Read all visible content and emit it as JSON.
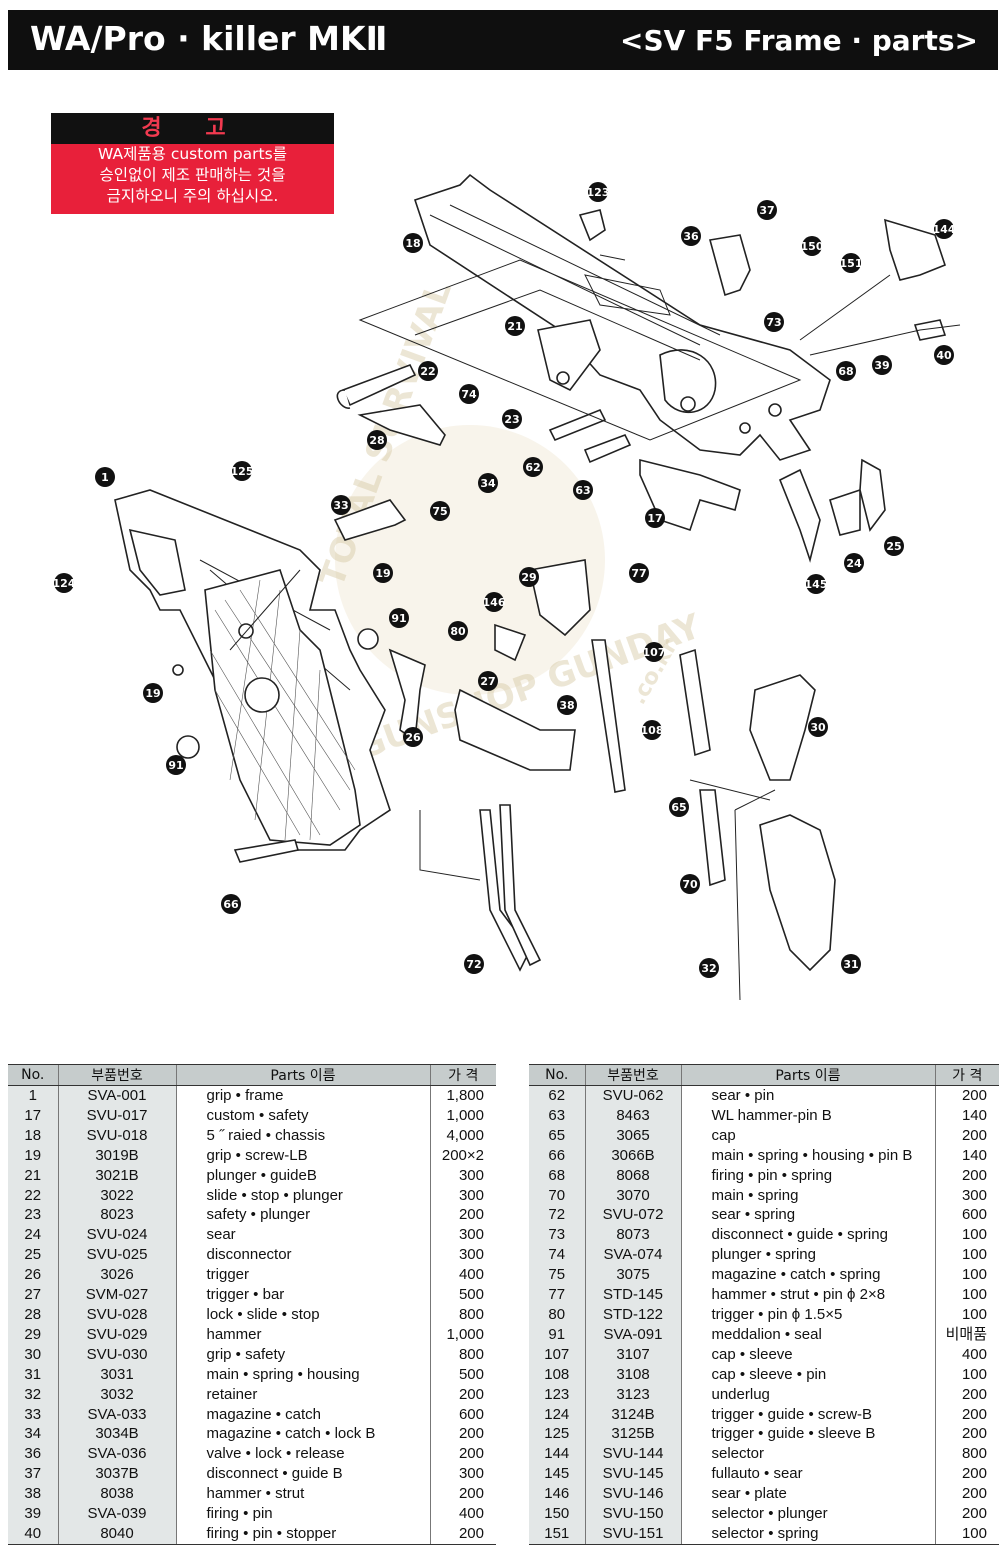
{
  "header": {
    "title": "WA/Pro · killer MKⅡ",
    "subtitle": "<SV F5 Frame · parts>"
  },
  "warning": {
    "title": "경 고",
    "lines": [
      "WA제품용 custom parts를",
      "승인없이 제조 판매하는 것을",
      "금지하오니 주의 하십시오."
    ]
  },
  "watermark": {
    "text1": "TOTAL SURVIVAL",
    "text2": "GUNSHOP GUNDAY",
    "text3": ".co.kr"
  },
  "callouts": [
    "123",
    "37",
    "36",
    "18",
    "150",
    "151",
    "144",
    "21",
    "73",
    "22",
    "74",
    "68",
    "39",
    "40",
    "23",
    "28",
    "62",
    "125",
    "1",
    "34",
    "63",
    "33",
    "75",
    "17",
    "124",
    "19",
    "145",
    "24",
    "25",
    "29",
    "77",
    "146",
    "91",
    "80",
    "107",
    "27",
    "19",
    "38",
    "26",
    "108",
    "91",
    "30",
    "65",
    "70",
    "66",
    "72",
    "32",
    "31"
  ],
  "table_headers": {
    "no": "No.",
    "code": "부품번호",
    "name": "Parts 이름",
    "price": "가 격"
  },
  "table_left": [
    {
      "no": "1",
      "code": "SVA-001",
      "name": "grip • frame",
      "price": "1,800"
    },
    {
      "no": "17",
      "code": "SVU-017",
      "name": "custom • safety",
      "price": "1,000"
    },
    {
      "no": "18",
      "code": "SVU-018",
      "name": "5 ˝ raied • chassis",
      "price": "4,000"
    },
    {
      "no": "19",
      "code": "3019B",
      "name": "grip • screw-LB",
      "price": "200×2"
    },
    {
      "no": "21",
      "code": "3021B",
      "name": "plunger • guideB",
      "price": "300"
    },
    {
      "no": "22",
      "code": "3022",
      "name": "slide • stop • plunger",
      "price": "300"
    },
    {
      "no": "23",
      "code": "8023",
      "name": "safety • plunger",
      "price": "200"
    },
    {
      "no": "24",
      "code": "SVU-024",
      "name": "sear",
      "price": "300"
    },
    {
      "no": "25",
      "code": "SVU-025",
      "name": "disconnector",
      "price": "300"
    },
    {
      "no": "26",
      "code": "3026",
      "name": "trigger",
      "price": "400"
    },
    {
      "no": "27",
      "code": "SVM-027",
      "name": "trigger • bar",
      "price": "500"
    },
    {
      "no": "28",
      "code": "SVU-028",
      "name": "lock • slide • stop",
      "price": "800"
    },
    {
      "no": "29",
      "code": "SVU-029",
      "name": "hammer",
      "price": "1,000"
    },
    {
      "no": "30",
      "code": "SVU-030",
      "name": "grip • safety",
      "price": "800"
    },
    {
      "no": "31",
      "code": "3031",
      "name": "main • spring • housing",
      "price": "500"
    },
    {
      "no": "32",
      "code": "3032",
      "name": "retainer",
      "price": "200"
    },
    {
      "no": "33",
      "code": "SVA-033",
      "name": "magazine • catch",
      "price": "600"
    },
    {
      "no": "34",
      "code": "3034B",
      "name": "magazine • catch • lock B",
      "price": "200"
    },
    {
      "no": "36",
      "code": "SVA-036",
      "name": "valve • lock • release",
      "price": "200"
    },
    {
      "no": "37",
      "code": "3037B",
      "name": "disconnect • guide B",
      "price": "300"
    },
    {
      "no": "38",
      "code": "8038",
      "name": "hammer • strut",
      "price": "200"
    },
    {
      "no": "39",
      "code": "SVA-039",
      "name": "firing • pin",
      "price": "400"
    },
    {
      "no": "40",
      "code": "8040",
      "name": "firing • pin • stopper",
      "price": "200"
    }
  ],
  "table_right": [
    {
      "no": "62",
      "code": "SVU-062",
      "name": "sear • pin",
      "price": "200"
    },
    {
      "no": "63",
      "code": "8463",
      "name": "WL hammer-pin B",
      "price": "140"
    },
    {
      "no": "65",
      "code": "3065",
      "name": "cap",
      "price": "200"
    },
    {
      "no": "66",
      "code": "3066B",
      "name": "main • spring • housing • pin B",
      "price": "140"
    },
    {
      "no": "68",
      "code": "8068",
      "name": "firing • pin • spring",
      "price": "200"
    },
    {
      "no": "70",
      "code": "3070",
      "name": "main • spring",
      "price": "300"
    },
    {
      "no": "72",
      "code": "SVU-072",
      "name": "sear • spring",
      "price": "600"
    },
    {
      "no": "73",
      "code": "8073",
      "name": "disconnect • guide • spring",
      "price": "100"
    },
    {
      "no": "74",
      "code": "SVA-074",
      "name": "plunger • spring",
      "price": "100"
    },
    {
      "no": "75",
      "code": "3075",
      "name": "magazine • catch • spring",
      "price": "100"
    },
    {
      "no": "77",
      "code": "STD-145",
      "name": "hammer • strut • pin ϕ 2×8",
      "price": "100"
    },
    {
      "no": "80",
      "code": "STD-122",
      "name": "trigger • pin ϕ 1.5×5",
      "price": "100"
    },
    {
      "no": "91",
      "code": "SVA-091",
      "name": "meddalion • seal",
      "price": "비매품"
    },
    {
      "no": "107",
      "code": "3107",
      "name": "cap • sleeve",
      "price": "400"
    },
    {
      "no": "108",
      "code": "3108",
      "name": "cap • sleeve • pin",
      "price": "100"
    },
    {
      "no": "123",
      "code": "3123",
      "name": "underlug",
      "price": "200"
    },
    {
      "no": "124",
      "code": "3124B",
      "name": "trigger • guide • screw-B",
      "price": "200"
    },
    {
      "no": "125",
      "code": "3125B",
      "name": "trigger • guide • sleeve B",
      "price": "200"
    },
    {
      "no": "144",
      "code": "SVU-144",
      "name": "selector",
      "price": "800"
    },
    {
      "no": "145",
      "code": "SVU-145",
      "name": "fullauto •  sear",
      "price": "200"
    },
    {
      "no": "146",
      "code": "SVU-146",
      "name": "sear • plate",
      "price": "200"
    },
    {
      "no": "150",
      "code": "SVU-150",
      "name": "selector • plunger",
      "price": "200"
    },
    {
      "no": "151",
      "code": "SVU-151",
      "name": "selector  • spring",
      "price": "100"
    }
  ]
}
